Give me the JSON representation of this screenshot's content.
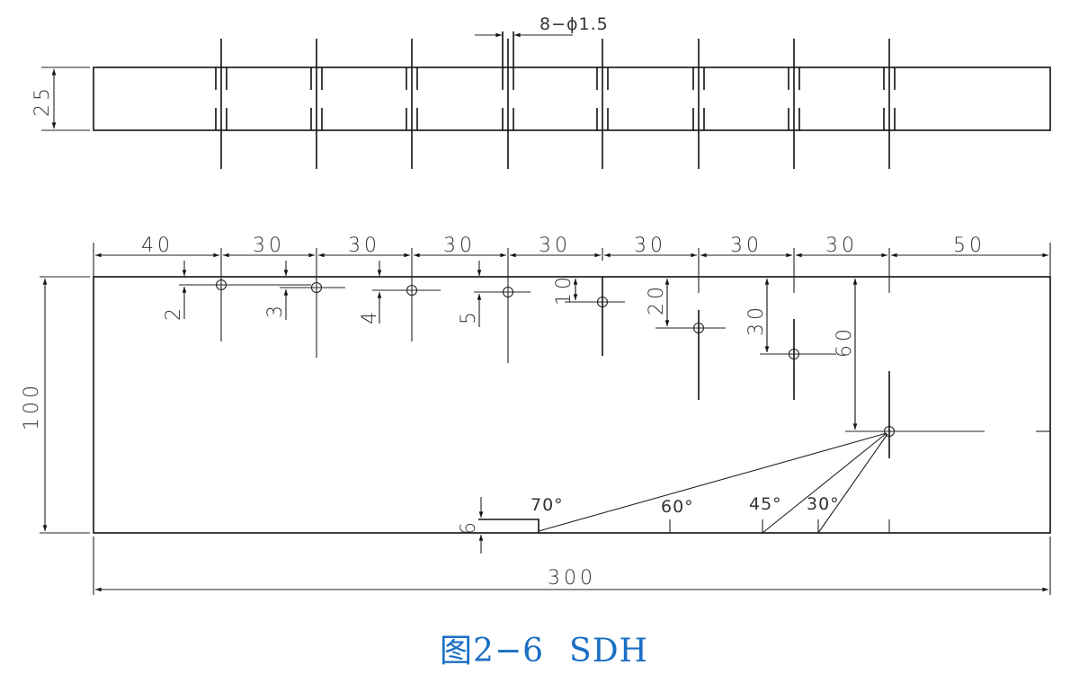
{
  "figure": {
    "caption_label": "图2−6",
    "caption_name": "SDH",
    "caption_color": "#1a6fc4"
  },
  "top_view": {
    "height_dim": "25",
    "hole_note": "8−ϕ1.5",
    "hole_count": 8
  },
  "front_view": {
    "height_dim": "100",
    "length_dim": "300",
    "spacing_dims": [
      "40",
      "30",
      "30",
      "30",
      "30",
      "30",
      "30",
      "30",
      "50"
    ],
    "depth_dims": [
      "2",
      "3",
      "4",
      "5",
      "10",
      "20",
      "30",
      "60"
    ],
    "notch_dim": "6",
    "angle_labels": [
      "70°",
      "60°",
      "45°",
      "30°"
    ]
  }
}
